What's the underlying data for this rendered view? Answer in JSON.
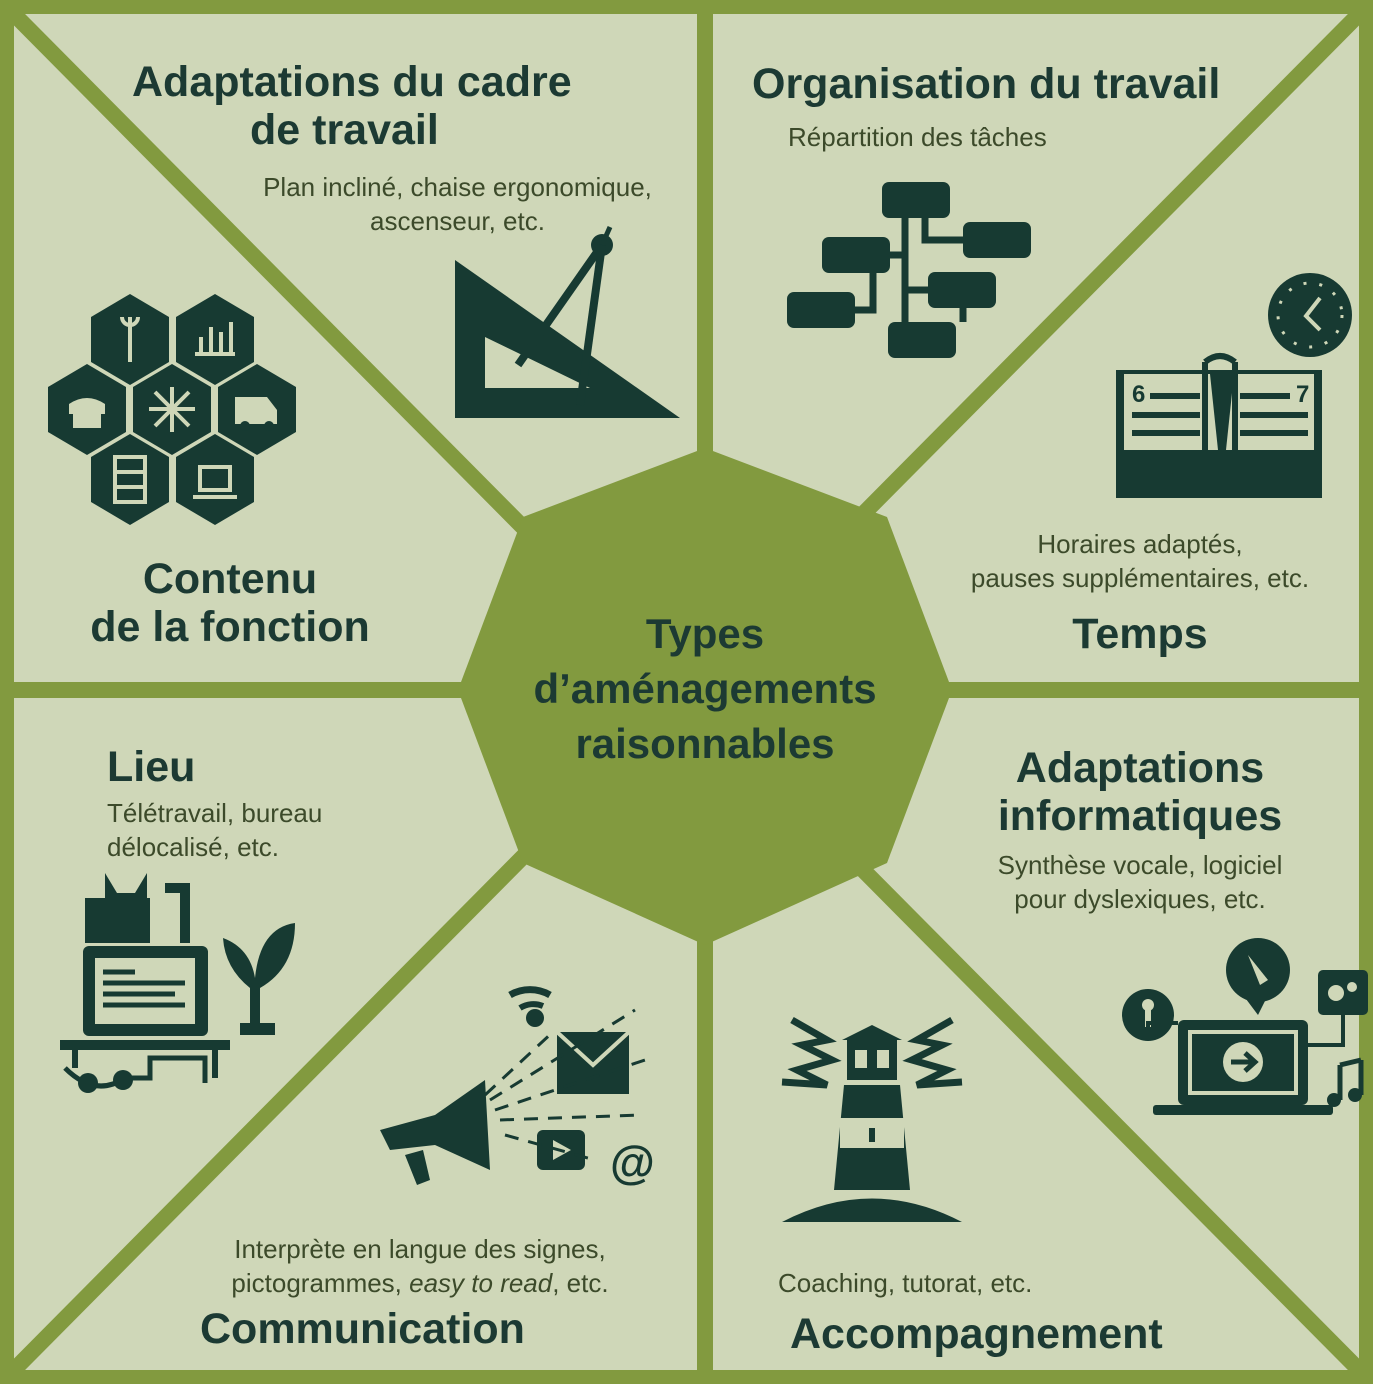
{
  "center": {
    "line1": "Types",
    "line2": "d’aménagements",
    "line3": "raisonnables"
  },
  "sections": {
    "cadre": {
      "title1": "Adaptations du cadre",
      "title2": "de travail",
      "desc1": "Plan incliné, chaise ergonomique,",
      "desc2": "ascenseur, etc.",
      "icon": "set-square-compass-icon"
    },
    "organisation": {
      "title": "Organisation du travail",
      "desc": "Répartition des tâches",
      "icon": "flowchart-icon"
    },
    "temps": {
      "title": "Temps",
      "desc1": "Horaires adaptés,",
      "desc2": "pauses supplémentaires, etc.",
      "icon": "clock-book-icon",
      "page_left": "6",
      "page_right": "7"
    },
    "informatique": {
      "title1": "Adaptations",
      "title2": "informatiques",
      "desc1": "Synthèse vocale, logiciel",
      "desc2": "pour dyslexiques, etc.",
      "icon": "computer-accessibility-icon"
    },
    "accompagnement": {
      "title": "Accompagnement",
      "desc": "Coaching, tutorat, etc.",
      "icon": "lighthouse-icon"
    },
    "communication": {
      "title": "Communication",
      "desc1": "Interprète en langue des signes,",
      "desc2_pre": "pictogrammes, ",
      "desc2_em": "easy to read",
      "desc2_post": ", etc.",
      "icon": "megaphone-media-icon",
      "at_symbol": "@"
    },
    "lieu": {
      "title": "Lieu",
      "desc1": "Télétravail, bureau",
      "desc2": "délocalisé, etc.",
      "icon": "home-office-icon"
    },
    "contenu": {
      "title1": "Contenu",
      "title2": "de la fonction",
      "icon": "hexagon-tasks-icon"
    }
  },
  "colors": {
    "background": "#cfd7b8",
    "divider": "#829a3f",
    "octagon": "#829a3f",
    "icon": "#173a32",
    "title": "#1c3a33"
  }
}
